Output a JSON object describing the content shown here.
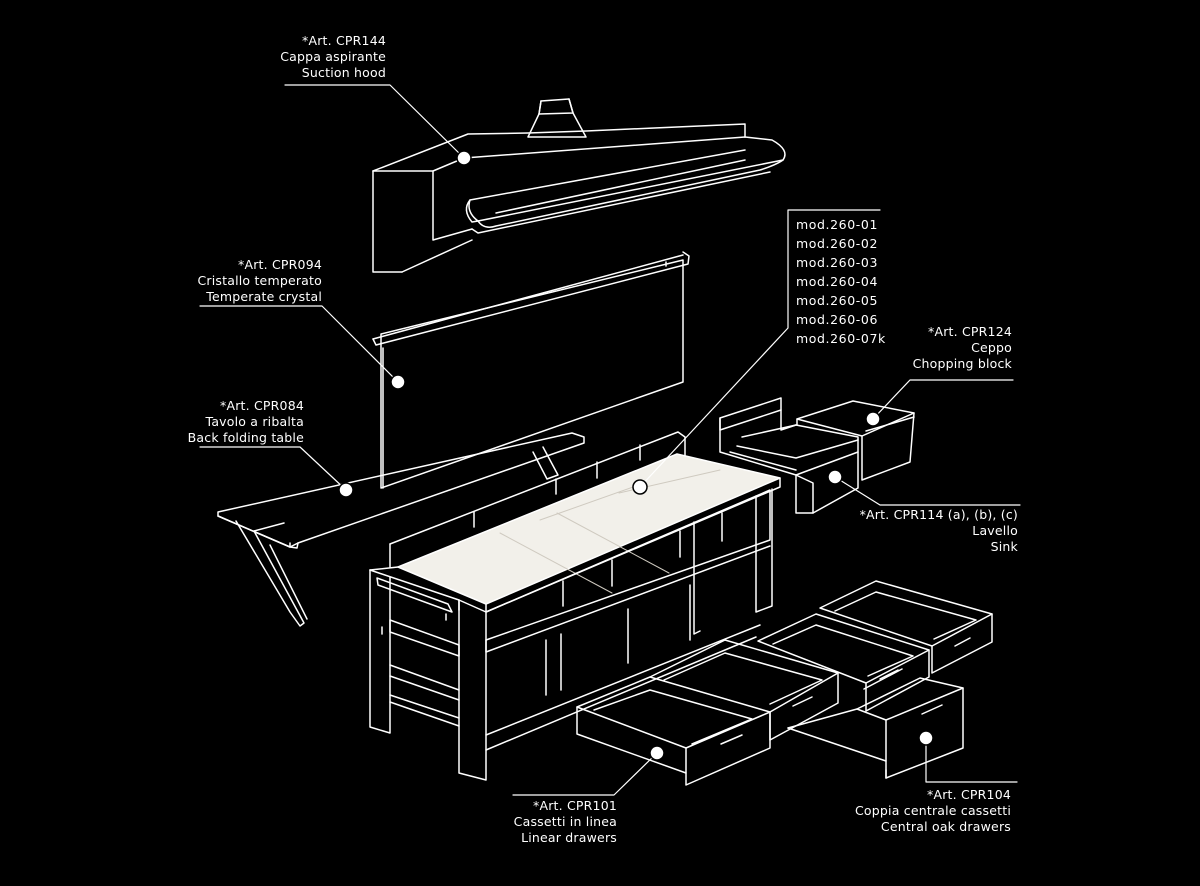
{
  "labels": {
    "hood": {
      "art": "*Art. CPR144",
      "it": "Cappa aspirante",
      "en": "Suction hood"
    },
    "crystal": {
      "art": "*Art. CPR094",
      "it": "Cristallo temperato",
      "en": "Temperate crystal"
    },
    "table": {
      "art": "*Art. CPR084",
      "it": "Tavolo a ribalta",
      "en": "Back folding table"
    },
    "block": {
      "art": "*Art. CPR124",
      "it": "Ceppo",
      "en": "Chopping block"
    },
    "sink": {
      "art": "*Art. CPR114 (a), (b), (c)",
      "it": "Lavello",
      "en": "Sink"
    },
    "linear": {
      "art": "*Art. CPR101",
      "it": "Cassetti in linea",
      "en": "Linear drawers"
    },
    "central": {
      "art": "*Art. CPR104",
      "it": "Coppia centrale cassetti",
      "en": "Central oak drawers"
    }
  },
  "models": [
    "mod.260-01",
    "mod.260-02",
    "mod.260-03",
    "mod.260-04",
    "mod.260-05",
    "mod.260-06",
    "mod.260-07k"
  ],
  "colors": {
    "background": "#000000",
    "line": "#ffffff",
    "worktop": "#f2f0ea"
  }
}
